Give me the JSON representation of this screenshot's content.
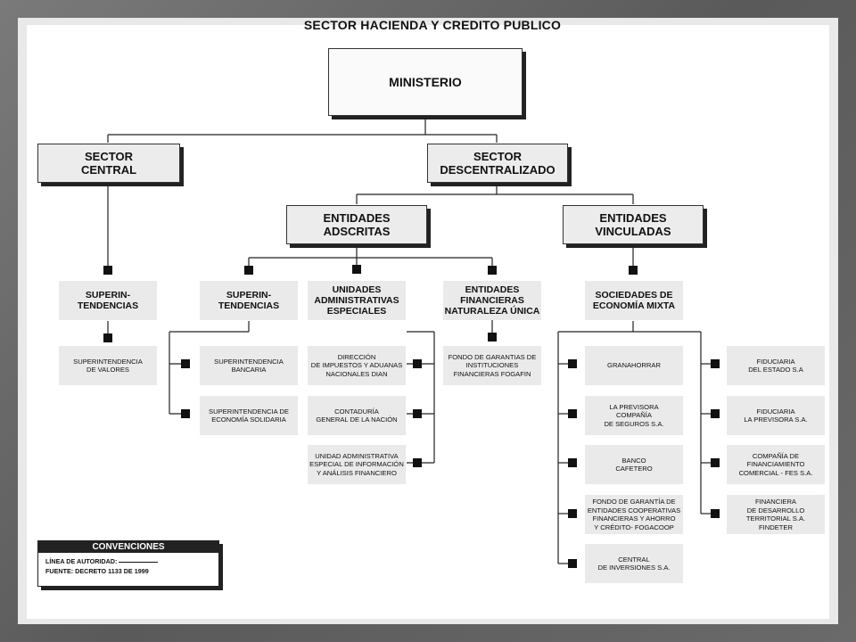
{
  "title": "SECTOR HACIENDA Y CREDITO PUBLICO",
  "ministerio": "MINISTERIO",
  "sector_central": "SECTOR\nCENTRAL",
  "sector_descentralizado": "SECTOR\nDESCENTRALIZADO",
  "entidades_adscritas": "ENTIDADES\nADSCRITAS",
  "entidades_vinculadas": "ENTIDADES\nVINCULADAS",
  "central": {
    "superintendencias": "SUPERIN-\nTENDENCIAS",
    "items": [
      "SUPERINTENDENCIA\nDE VALORES"
    ]
  },
  "adscritas": {
    "superintendencias": "SUPERIN-\nTENDENCIAS",
    "superintendencias_items": [
      "SUPERINTENDENCIA\nBANCARIA",
      "SUPERINTENDENCIA DE\nECONOMÍA SOLIDARIA"
    ],
    "unidades": "UNIDADES\nADMINISTRATIVAS\nESPECIALES",
    "unidades_items": [
      "DIRECCIÓN\nDE IMPUESTOS Y ADUANAS\nNACIONALES DIAN",
      "CONTADURÍA\nGENERAL DE LA NACIÓN",
      "UNIDAD ADMINISTRATIVA\nESPECIAL DE INFORMACIÓN\nY ANÁLISIS FINANCIERO"
    ],
    "entidades_financieras": "ENTIDADES\nFINANCIERAS\nNATURALEZA ÚNICA",
    "entidades_financieras_items": [
      "FONDO DE GARANTIAS DE\nINSTITUCIONES\nFINANCIERAS FOGAFIN"
    ]
  },
  "vinculadas": {
    "sociedades": "SOCIEDADES DE\nECONOMÍA MIXTA",
    "left_items": [
      "GRANAHORRAR",
      "LA PREVISORA\nCOMPAÑÍA\nDE SEGUROS S.A.",
      "BANCO\nCAFETERO",
      "FONDO DE GARANTÍA DE\nENTIDADES COOPERATIVAS\nFINANCIERAS Y AHORRO\nY CRÉDITO- FOGACOOP",
      "CENTRAL\nDE INVERSIONES S.A."
    ],
    "right_items": [
      "FIDUCIARIA\nDEL ESTADO S.A",
      "FIDUCIARIA\nLA PREVISORA S.A.",
      "COMPAÑÍA DE\nFINANCIAMIENTO\nCOMERCIAL - FES S.A.",
      "FINANCIERA\nDE DESARROLLO\nTERRITORIAL S.A.\nFINDETER"
    ]
  },
  "conventions": {
    "title": "CONVENCIONES",
    "line1": "LÍNEA DE AUTORIDAD:",
    "line2": "FUENTE: DECRETO 1133  DE 1999"
  }
}
